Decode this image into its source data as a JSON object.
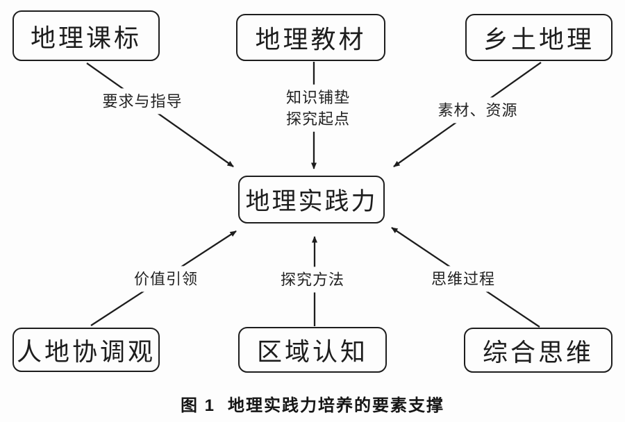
{
  "diagram": {
    "nodes": {
      "top_left": {
        "label": "地理课标"
      },
      "top_center": {
        "label": "地理教材"
      },
      "top_right": {
        "label": "乡土地理"
      },
      "center": {
        "label": "地理实践力"
      },
      "bottom_left": {
        "label": "人地协调观"
      },
      "bottom_center": {
        "label": "区域认知"
      },
      "bottom_right": {
        "label": "综合思维"
      }
    },
    "edges": [
      {
        "from": "top_left",
        "to": "center",
        "label": "要求与指导"
      },
      {
        "from": "top_center",
        "to": "center",
        "label_line1": "知识铺垫",
        "label_line2": "探究起点"
      },
      {
        "from": "top_right",
        "to": "center",
        "label": "素材、资源"
      },
      {
        "from": "bottom_left",
        "to": "center",
        "label": "价值引领"
      },
      {
        "from": "bottom_center",
        "to": "center",
        "label": "探究方法"
      },
      {
        "from": "bottom_right",
        "to": "center",
        "label": "思维过程"
      }
    ],
    "caption": {
      "figure_number": "图 1",
      "title": "地理实践力培养的要素支撑"
    }
  },
  "colors": {
    "background": "#fdfdfd",
    "line": "#1d1d1d",
    "text": "#1d1d1d"
  }
}
